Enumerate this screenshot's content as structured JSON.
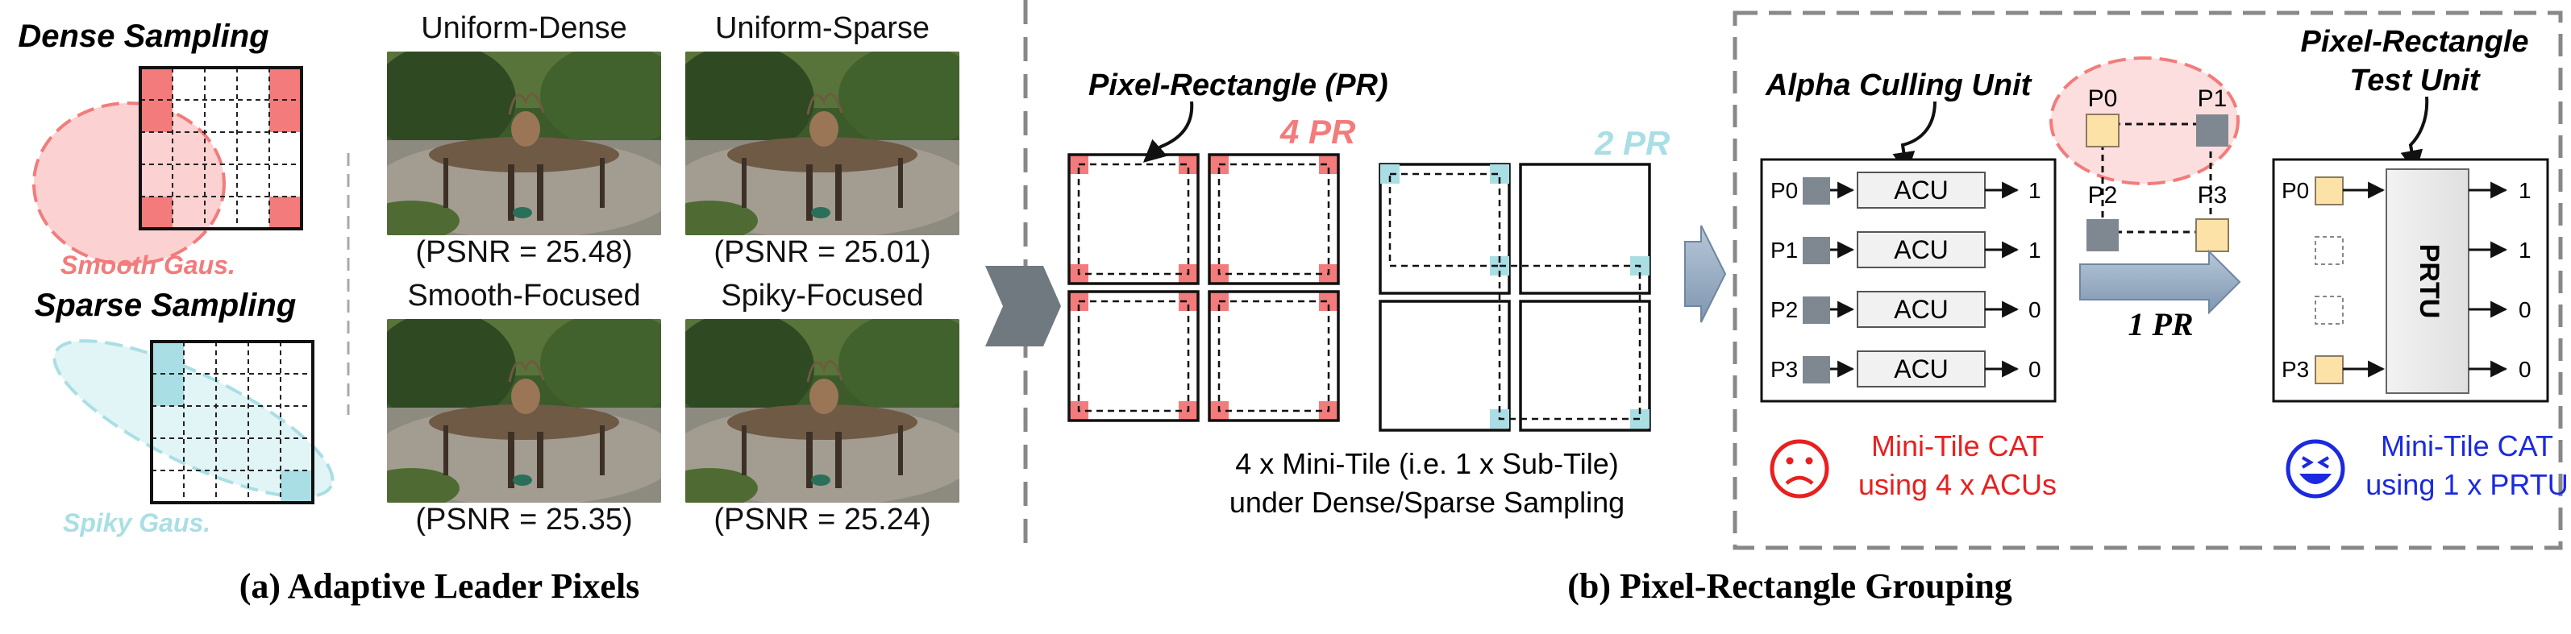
{
  "panel_a": {
    "caption": "(a) Adaptive Leader Pixels",
    "dense_title": "Dense Sampling",
    "sparse_title": "Sparse Sampling",
    "smooth_label": "Smooth Gaus.",
    "spiky_label": "Spiky Gaus.",
    "images": [
      {
        "title": "Uniform-Dense",
        "psnr": "(PSNR = 25.48)"
      },
      {
        "title": "Uniform-Sparse",
        "psnr": "(PSNR = 25.01)"
      },
      {
        "title": "Smooth-Focused",
        "psnr": "(PSNR = 25.35)"
      },
      {
        "title": "Spiky-Focused",
        "psnr": "(PSNR = 25.24)"
      }
    ]
  },
  "panel_b": {
    "caption": "(b) Pixel-Rectangle Grouping",
    "pr_title": "Pixel-Rectangle (PR)",
    "pr4_label": "4 PR",
    "pr2_label": "2 PR",
    "minitile_line1": "4 x Mini-Tile (i.e. 1 x Sub-Tile)",
    "minitile_line2": "under Dense/Sparse Sampling",
    "acu_title": "Alpha Culling Unit",
    "prtu_title_line1": "Pixel-Rectangle",
    "prtu_title_line2": "Test Unit",
    "acu_rows": [
      {
        "pixel": "P0",
        "unit": "ACU",
        "out": "1"
      },
      {
        "pixel": "P1",
        "unit": "ACU",
        "out": "1"
      },
      {
        "pixel": "P2",
        "unit": "ACU",
        "out": "0"
      },
      {
        "pixel": "P3",
        "unit": "ACU",
        "out": "0"
      }
    ],
    "corner_labels": [
      "P0",
      "P1",
      "P2",
      "P3"
    ],
    "one_pr": "1 PR",
    "prtu_unit": "PRTU",
    "prtu_pixels": [
      "P0",
      "P3"
    ],
    "prtu_outs": [
      "1",
      "1",
      "0",
      "0"
    ],
    "acu_note_line1": "Mini-Tile CAT",
    "acu_note_line2": "using 4 x ACUs",
    "prtu_note_line1": "Mini-Tile CAT",
    "prtu_note_line2": "using 1 x PRTU"
  },
  "colors": {
    "red": "#f47b7b",
    "cyan": "#a9dfe4",
    "gray": "#7f8890",
    "tan": "#fde2a8",
    "note_red": "#e8201f",
    "note_blue": "#1b2adf"
  }
}
